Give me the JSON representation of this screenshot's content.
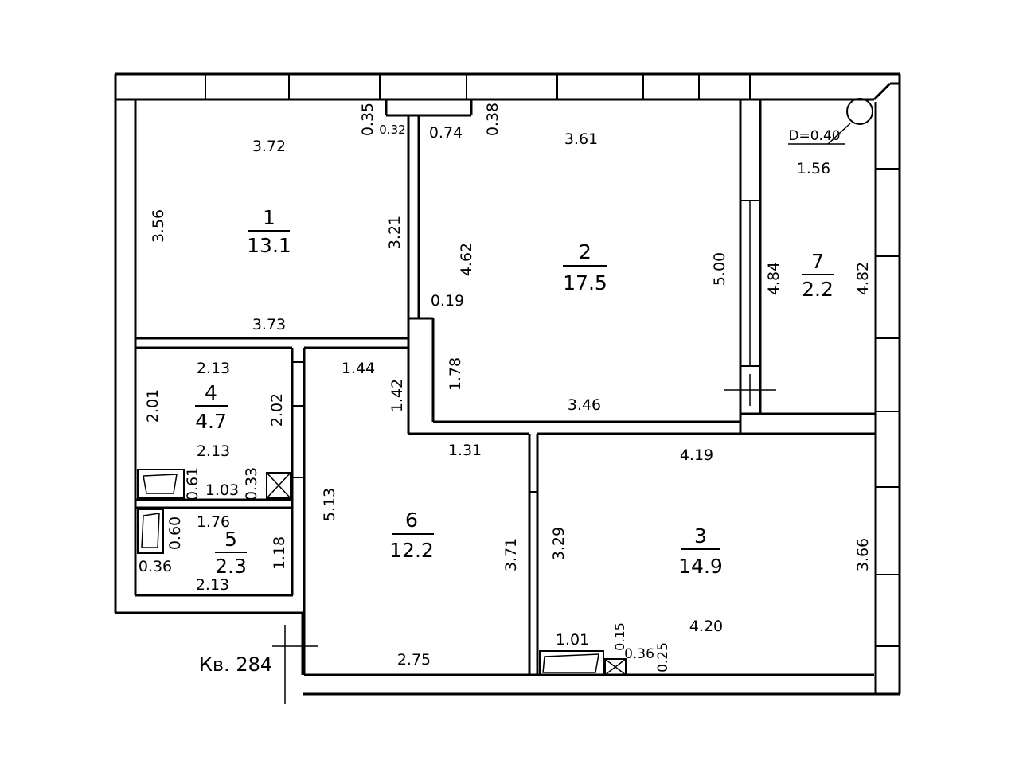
{
  "apartment": {
    "label": "Кв. 284"
  },
  "rooms": [
    {
      "number": "1",
      "area": "13.1"
    },
    {
      "number": "2",
      "area": "17.5"
    },
    {
      "number": "3",
      "area": "14.9"
    },
    {
      "number": "4",
      "area": "4.7"
    },
    {
      "number": "5",
      "area": "2.3"
    },
    {
      "number": "6",
      "area": "12.2"
    },
    {
      "number": "7",
      "area": "2.2"
    }
  ],
  "dims": {
    "r1_top": "3.72",
    "r1_left": "3.56",
    "r1_right": "3.21",
    "r1_bottom": "3.73",
    "niche_a": "0.35",
    "niche_b": "0.32",
    "niche_c": "0.74",
    "niche_d": "0.38",
    "r2_top": "3.61",
    "r2_left": "4.62",
    "r2_right": "5.00",
    "r2_bottom": "3.46",
    "r2_step": "0.19",
    "r2_step_h": "1.78",
    "r7_d": "D=0.40",
    "r7_top": "1.56",
    "r7_left": "4.84",
    "r7_right": "4.82",
    "r4_top": "2.13",
    "r4_left": "2.01",
    "r4_right": "2.02",
    "r4_bottom": "2.13",
    "r4_a": "0.61",
    "r4_b": "1.03",
    "r4_c": "0.33",
    "r5_top": "1.76",
    "r5_a": "0.60",
    "r5_b": "0.36",
    "r5_right": "1.18",
    "r5_bottom": "2.13",
    "r6_top": "1.44",
    "r6_a": "1.42",
    "r6_b": "1.31",
    "r6_left": "5.13",
    "r6_right": "3.71",
    "r6_bottom": "2.75",
    "r3_top": "4.19",
    "r3_left": "3.29",
    "r3_right": "3.66",
    "r3_bottom": "4.20",
    "r3_a": "1.01",
    "r3_b": "0.15",
    "r3_c": "0.36",
    "r3_d": "0.25"
  }
}
